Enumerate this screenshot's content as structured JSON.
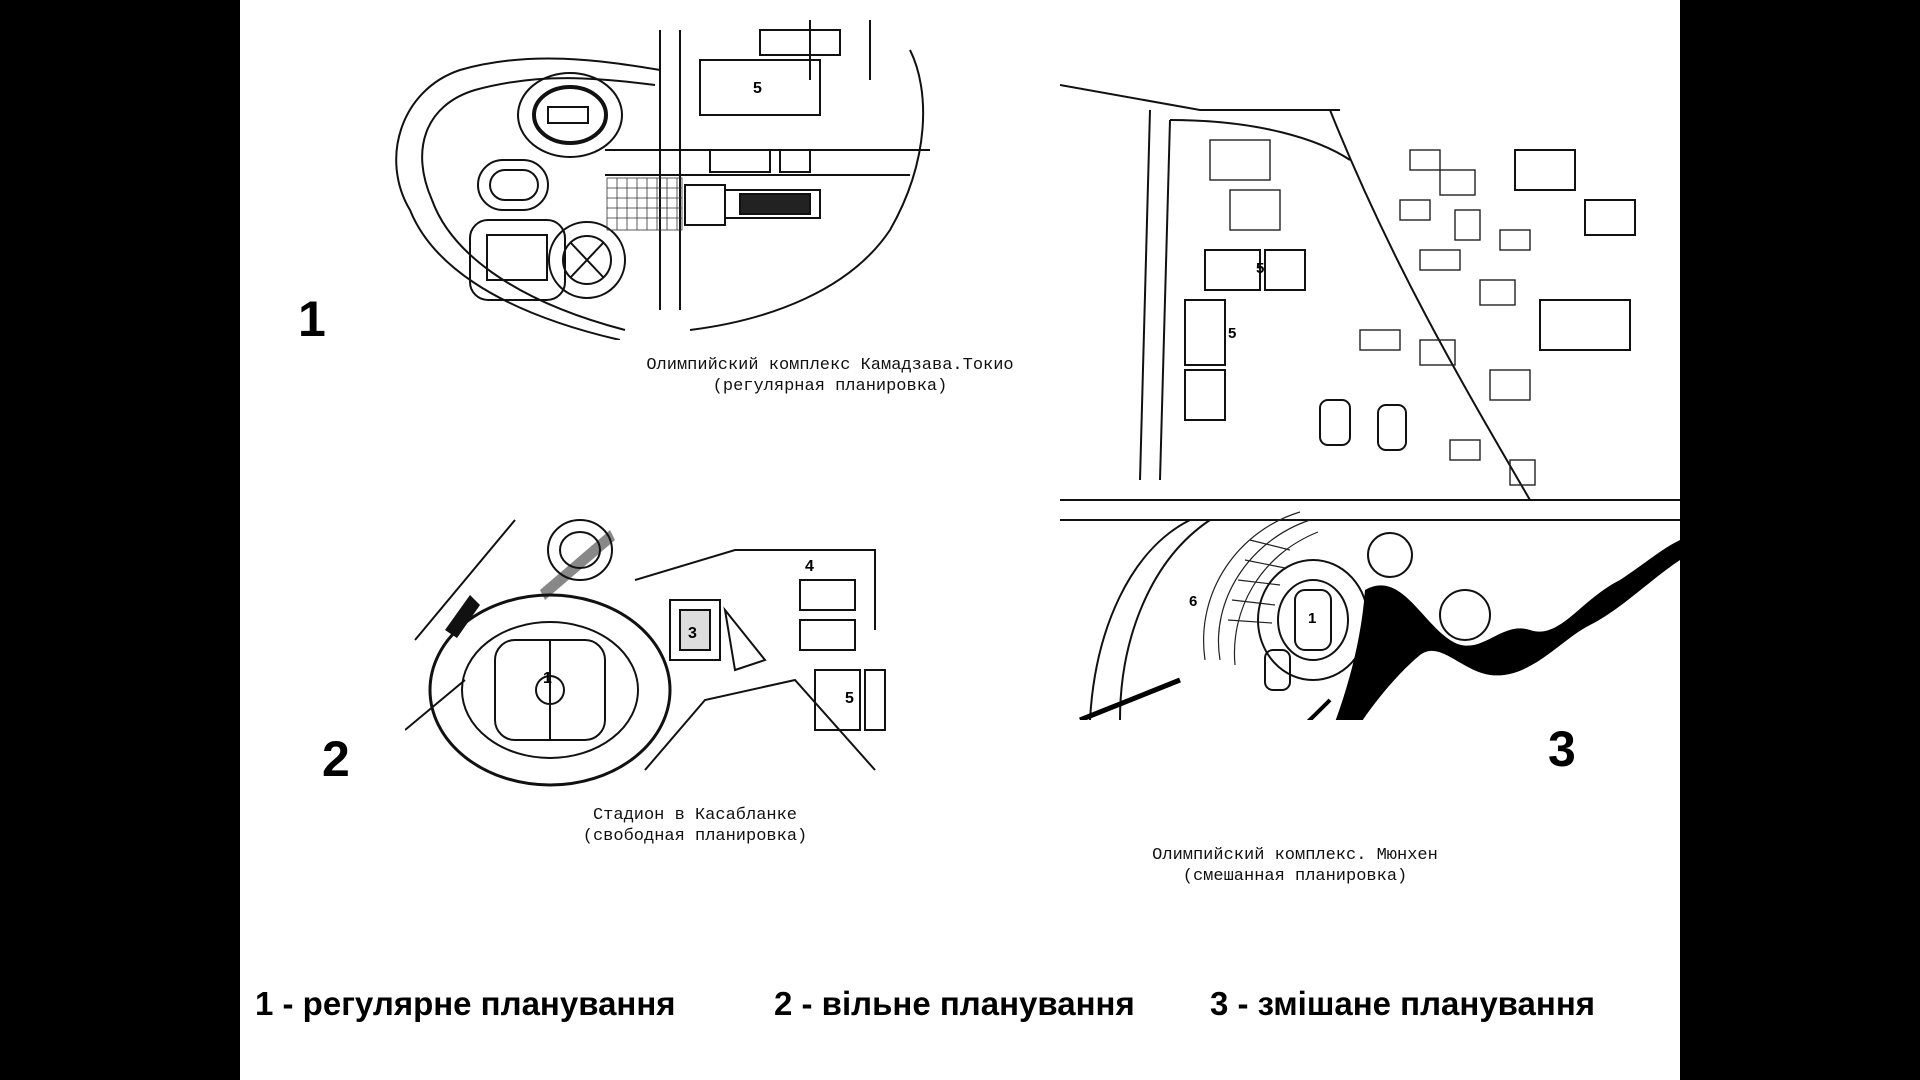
{
  "slide": {
    "plans": [
      {
        "number": "1",
        "caption_line1": "Олимпийский комплекс Камадзава.Токио",
        "caption_line2": "(регулярная планировка)",
        "zone_labels": [
          "5"
        ]
      },
      {
        "number": "2",
        "caption_line1": "Стадион в Касабланке",
        "caption_line2": "(свободная планировка)",
        "zone_labels": [
          "1",
          "3",
          "4",
          "5"
        ]
      },
      {
        "number": "3",
        "caption_line1": "Олимпийский комплекс. Мюнхен",
        "caption_line2": "(смешанная планировка)",
        "zone_labels": [
          "5",
          "5",
          "6",
          "1"
        ]
      }
    ],
    "legend": [
      "1 - регулярне планування",
      "2 - вільне планування",
      "3 - змішане планування"
    ]
  }
}
